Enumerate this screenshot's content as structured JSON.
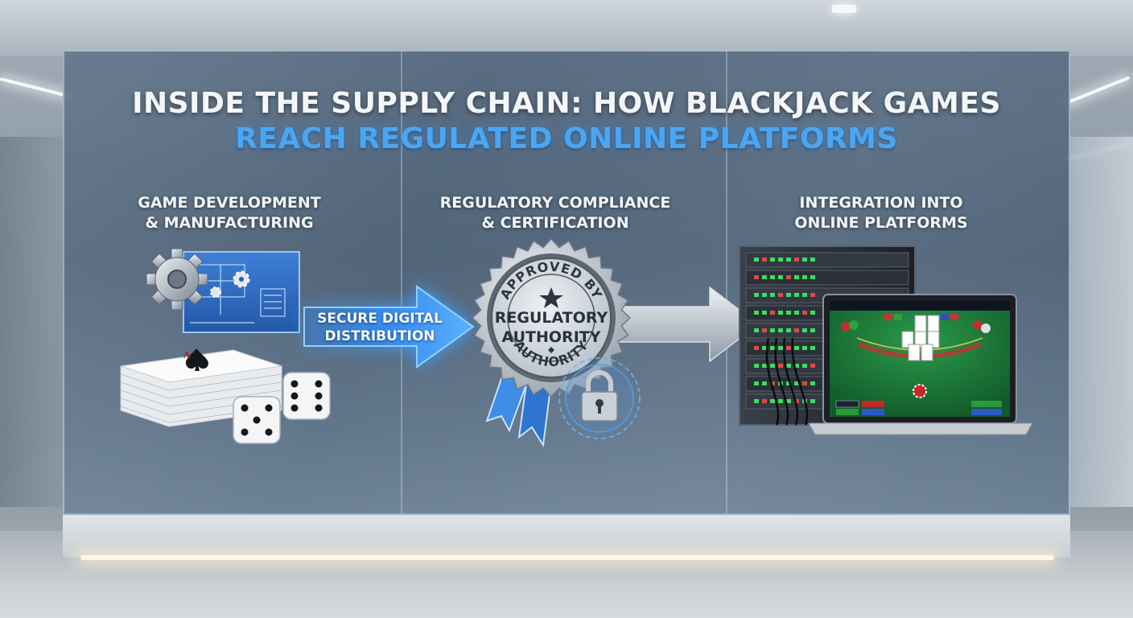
{
  "title": {
    "line1": "INSIDE THE SUPPLY CHAIN: HOW BLACKJACK GAMES",
    "line2": "REACH REGULATED ONLINE PLATFORMS"
  },
  "stages": [
    {
      "line1": "GAME DEVELOPMENT",
      "line2": "& MANUFACTURING",
      "icon": "gear-blueprint-cards-dice"
    },
    {
      "line1": "REGULATORY COMPLIANCE",
      "line2": "& CERTIFICATION",
      "icon": "approval-seal-lock"
    },
    {
      "line1": "INTEGRATION INTO",
      "line2": "ONLINE PLATFORMS",
      "icon": "server-laptop-blackjack"
    }
  ],
  "arrow": {
    "line1": "SECURE DIGITAL",
    "line2": "DISTRIBUTION"
  },
  "seal": {
    "top_text": "APPROVED BY",
    "center_line1": "REGULATORY",
    "center_line2": "AUTHORITY",
    "bottom_text": "AUTHORITY"
  },
  "colors": {
    "title_accent": "#4aa6f2",
    "arrow_blue": "#3a8ff0",
    "felt_green": "#1f7a3a"
  }
}
